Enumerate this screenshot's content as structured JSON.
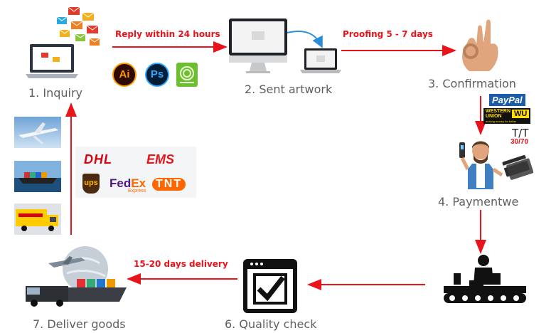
{
  "steps": [
    {
      "label": "1. Inquiry"
    },
    {
      "label": "2. Sent artwork"
    },
    {
      "label": "3. Confirmation"
    },
    {
      "label": "4. Paymentwe"
    },
    {
      "label": "6. Quality check"
    },
    {
      "label": "7. Deliver goods"
    }
  ],
  "edges": {
    "reply": "Reply  within  24  hours",
    "proofing": "Proofing 5 - 7 days",
    "delivery": "15-20 days delivery"
  },
  "software_logos": {
    "ai": "Ai",
    "ps": "Ps"
  },
  "payment": {
    "paypal": "PayPal",
    "wu_line1": "WESTERN",
    "wu_line2": "UNION",
    "wu_badge": "WU",
    "wu_tagline": "moving money for better",
    "tt": "T/T",
    "tt_ratio": "30/70"
  },
  "couriers": {
    "dhl": "DHL",
    "ems": "EMS",
    "ups": "ups",
    "fedex_fed": "Fed",
    "fedex_ex": "Ex",
    "fedex_sub": "Express",
    "tnt": "TNT"
  },
  "colors": {
    "arrow": "#e8141b",
    "label": "#5f5f5f",
    "accent_blue": "#2a8fd8"
  }
}
